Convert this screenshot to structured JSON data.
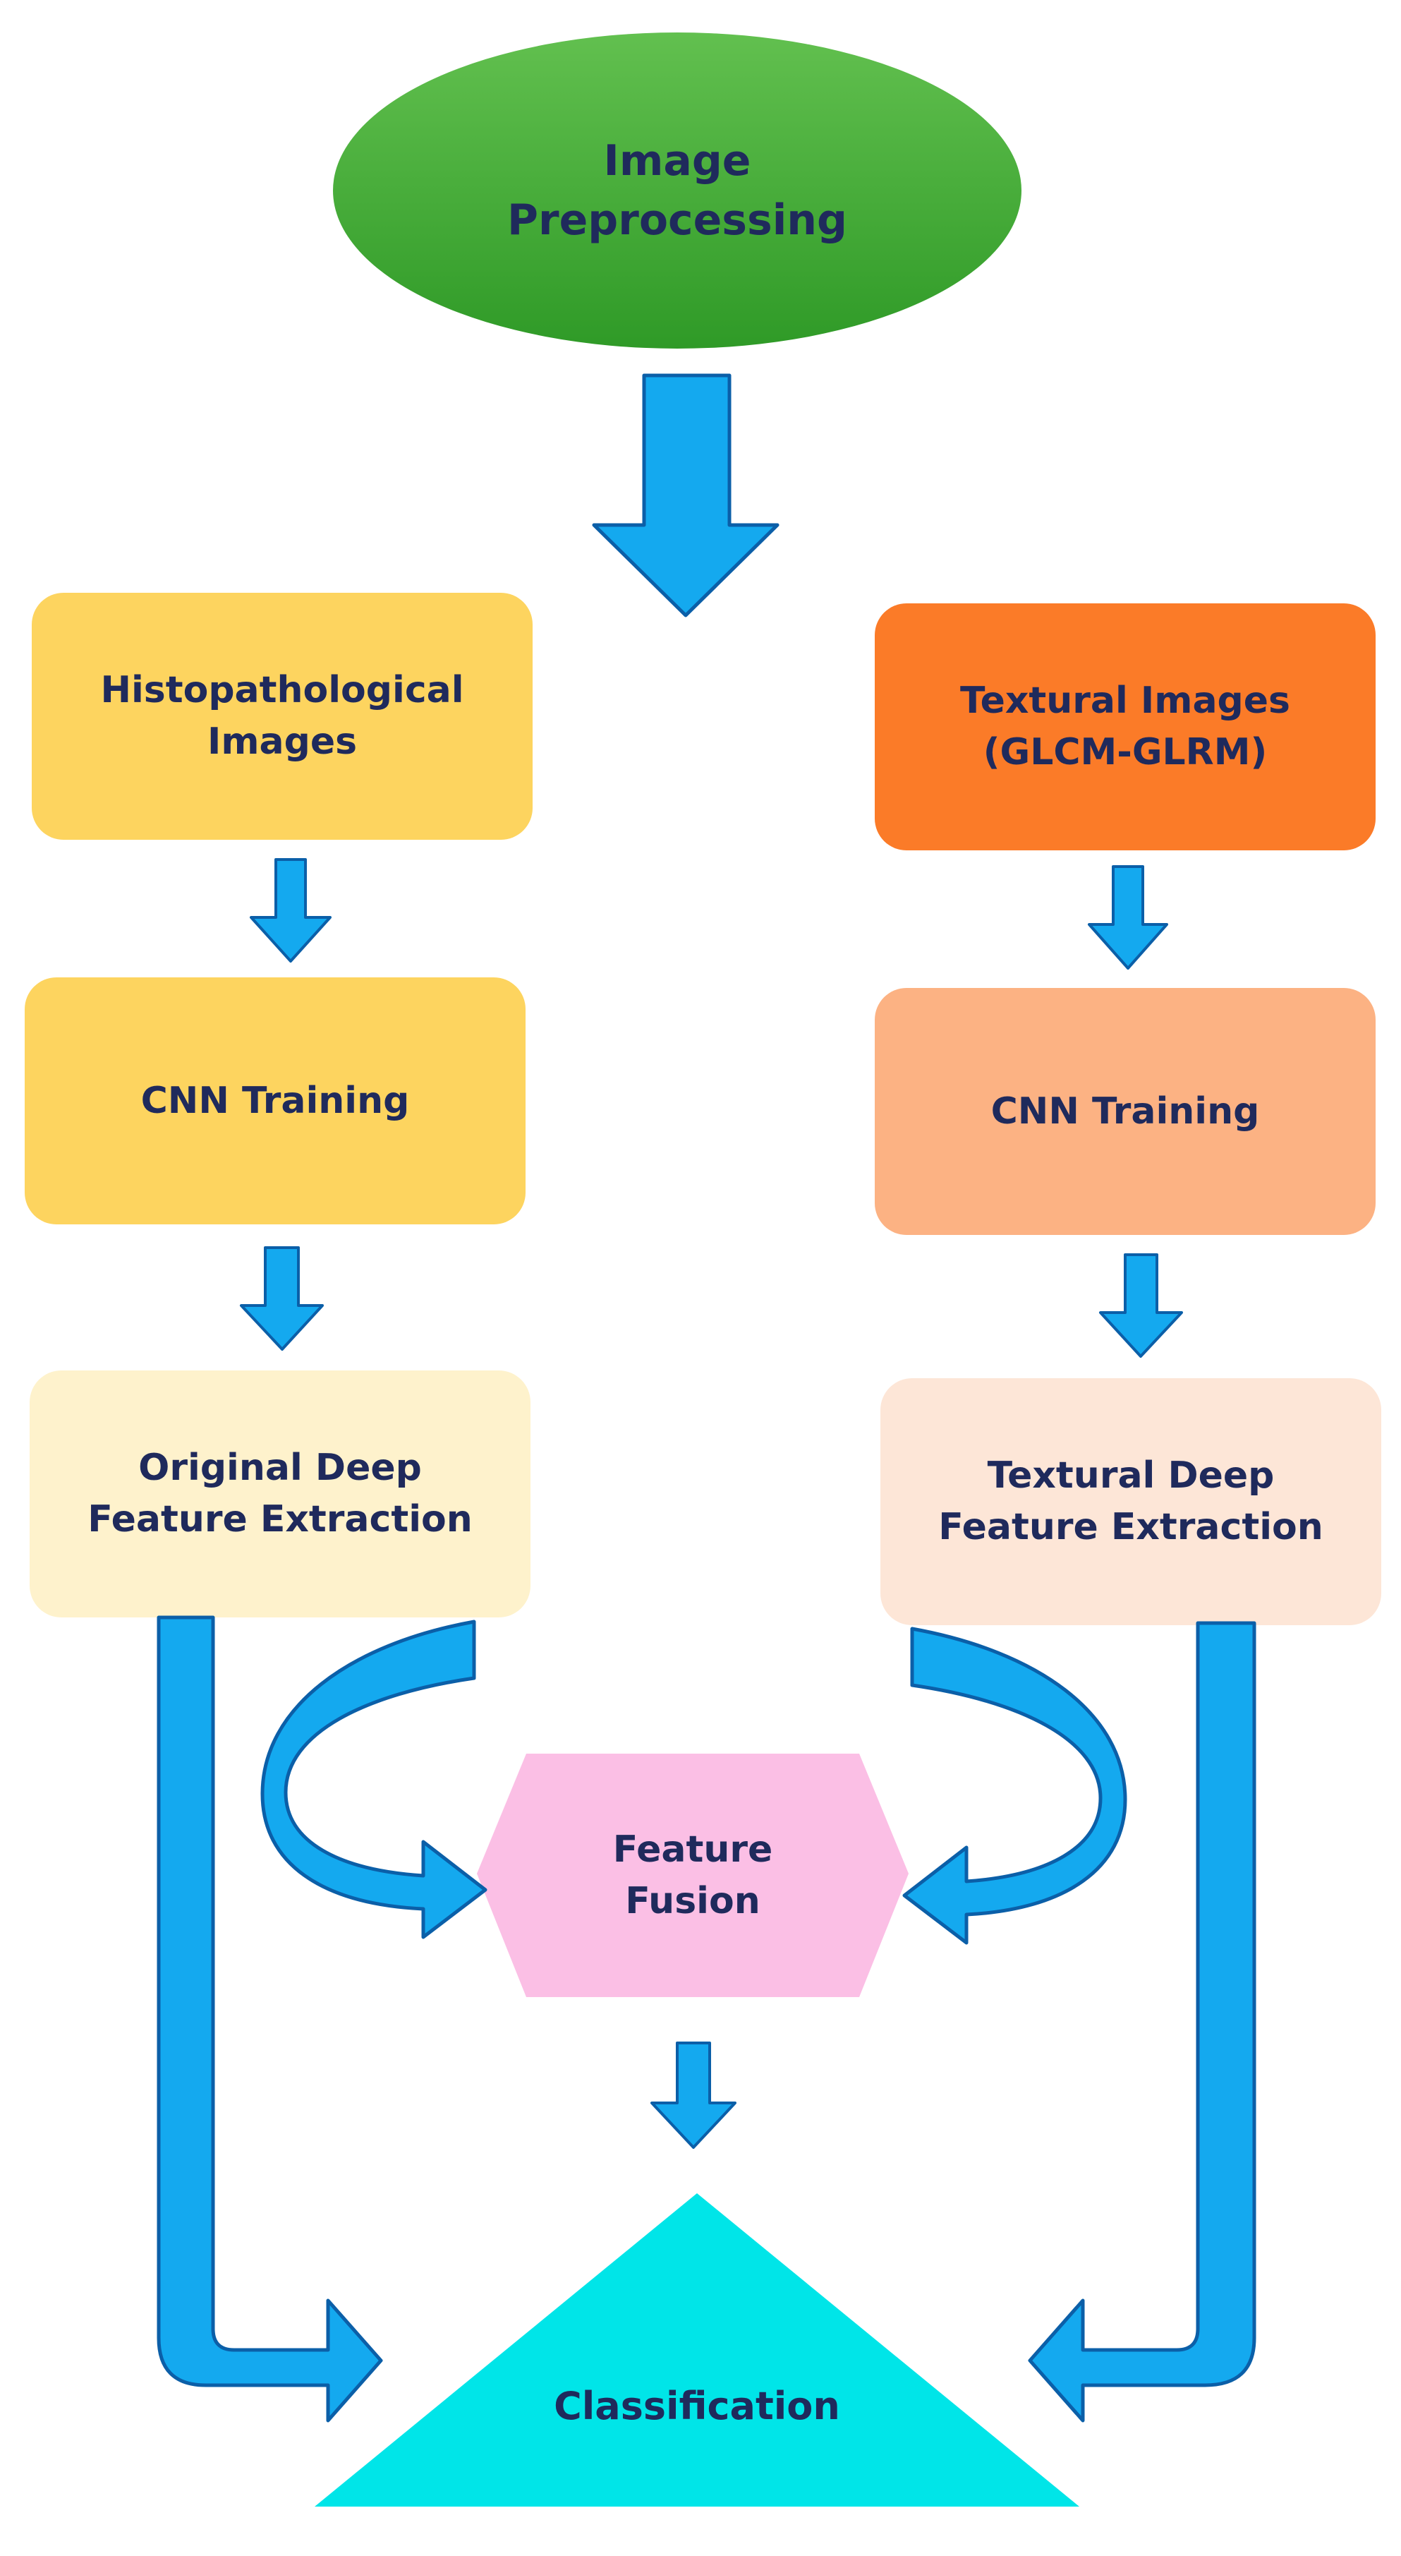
{
  "nodes": {
    "preprocessing": {
      "line1": "Image",
      "line2": "Preprocessing"
    },
    "histo_images": {
      "line1": "Histopathological",
      "line2": "Images"
    },
    "textural_images": {
      "line1": "Textural Images",
      "line2": "(GLCM-GLRM)"
    },
    "cnn_left": {
      "text": "CNN Training"
    },
    "cnn_right": {
      "text": "CNN Training"
    },
    "orig_features": {
      "line1": "Original Deep",
      "line2": "Feature Extraction"
    },
    "text_features": {
      "line1": "Textural Deep",
      "line2": "Feature Extraction"
    },
    "fusion": {
      "line1": "Feature",
      "line2": "Fusion"
    },
    "classification": {
      "text": "Classification"
    }
  },
  "colors": {
    "ellipse": "#4caf3c",
    "histo": "#fdd45f",
    "textural": "#fb7b28",
    "cnn_left": "#fdd45f",
    "cnn_right": "#fcb283",
    "orig_feat": "#fef2cc",
    "text_feat": "#fde6d7",
    "fusion": "#fbbfe5",
    "triangle": "#00e5e8",
    "arrow": "#14a9ef",
    "arrow_stroke": "#0b5fa8",
    "text": "#1f2a5c"
  }
}
